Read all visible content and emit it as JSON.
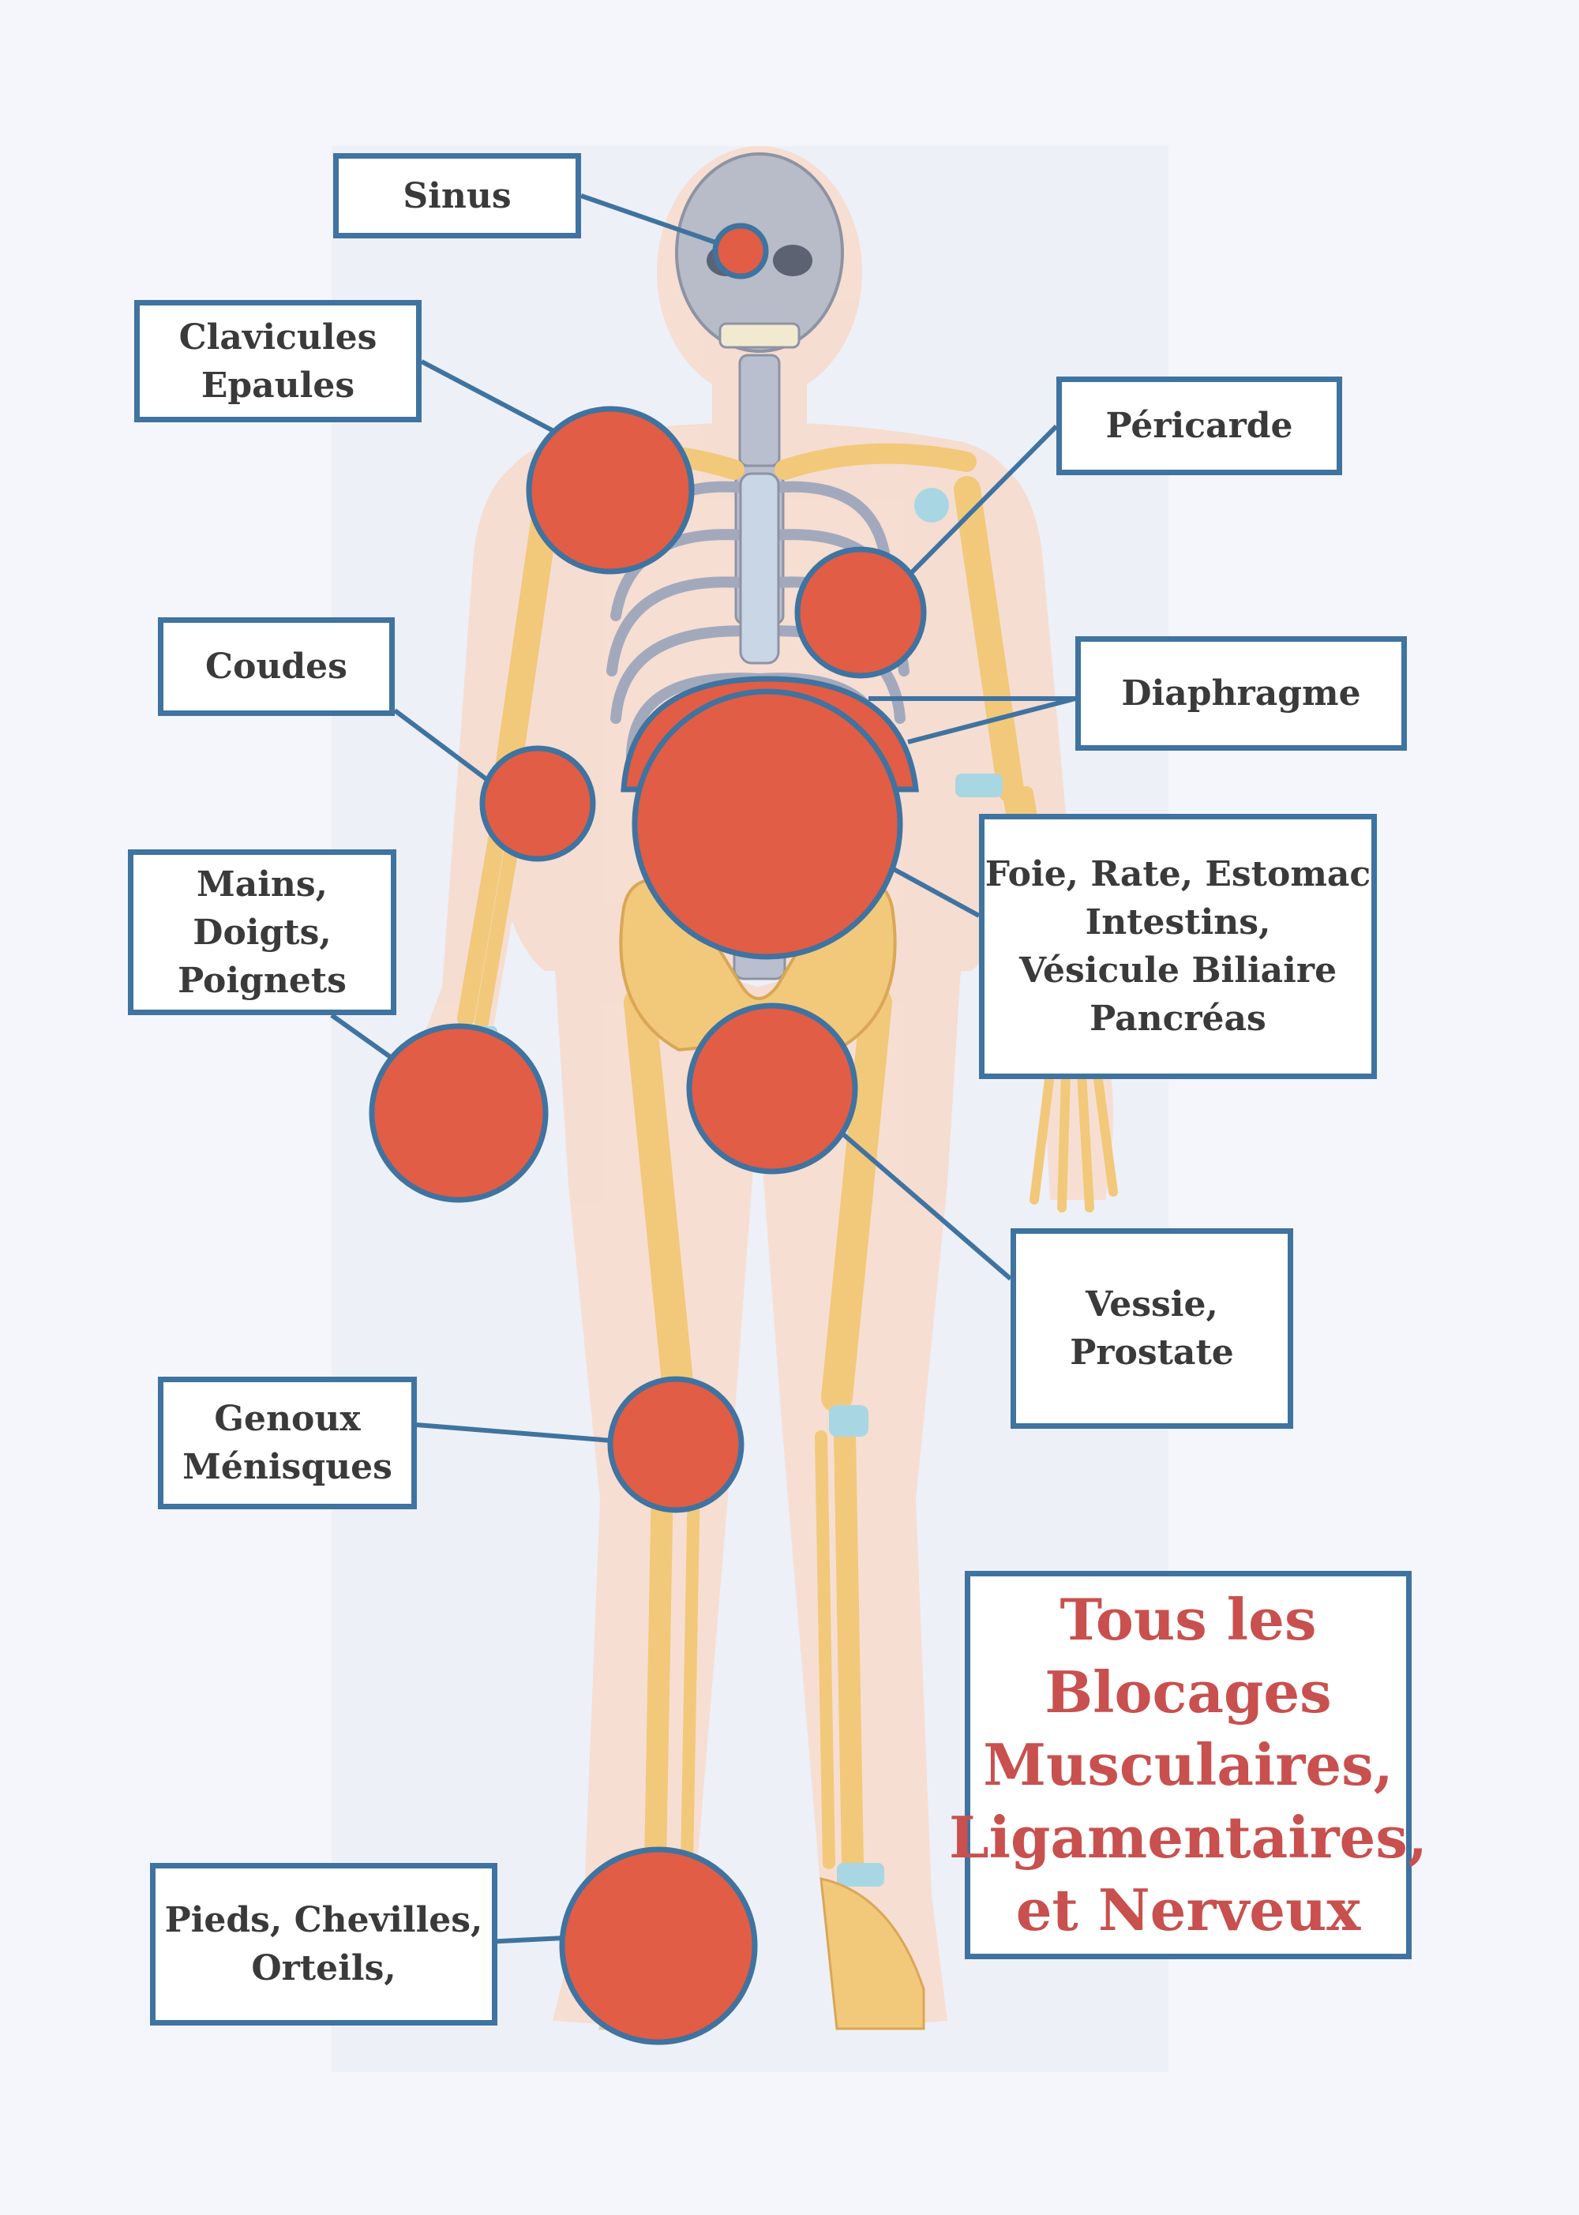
{
  "colors": {
    "border": "#3f73a0",
    "marker": "#e15d45",
    "title_text": "#c8504e",
    "label_text": "#3a3a3a",
    "bone": "#f2c97a",
    "skin": "#f6dccd",
    "cartilage": "#a8d7e3",
    "skull": "#b8bcc8"
  },
  "labels": {
    "sinus": [
      "Sinus"
    ],
    "clavicules": [
      "Clavicules",
      "Epaules"
    ],
    "pericarde": [
      "Péricarde"
    ],
    "coudes": [
      "Coudes"
    ],
    "diaphragme": [
      "Diaphragme"
    ],
    "mains": [
      "Mains,",
      "Doigts,",
      "Poignets"
    ],
    "foie": [
      "Foie, Rate, Estomac",
      "Intestins,",
      "Vésicule Biliaire",
      "Pancréas"
    ],
    "vessie": [
      "Vessie,",
      "Prostate"
    ],
    "genoux": [
      "Genoux",
      "Ménisques"
    ],
    "pieds": [
      "Pieds, Chevilles,",
      "Orteils,"
    ]
  },
  "title": [
    "Tous les",
    "Blocages",
    "Musculaires,",
    "Ligamentaires,",
    "et Nerveux"
  ]
}
